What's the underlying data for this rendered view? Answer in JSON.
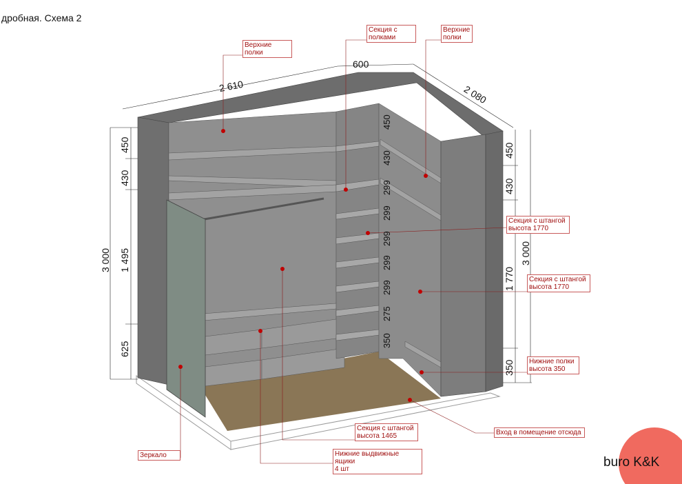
{
  "title": "дробная. Схема 2",
  "dimensions": {
    "top_width": "2 610",
    "top_depth": "600",
    "right_width": "2 080",
    "left_height_total": "3 000",
    "left_top": "450",
    "left_upper": "430",
    "left_middle": "1 495",
    "left_bottom": "625",
    "right_height_total": "3 000",
    "right_top": "450",
    "right_upper": "430",
    "right_middle": "1 770",
    "right_bottom": "350",
    "center_stack": [
      "450",
      "430",
      "299",
      "299",
      "299",
      "299",
      "299",
      "275",
      "350"
    ]
  },
  "callouts": {
    "upper_shelves_left": "Верхние\nполки",
    "section_shelves": "Секция с\nполками",
    "upper_shelves_right": "Верхние\nполки",
    "rod_section_1770_a": "Секция с штангой\nвысота 1770",
    "rod_section_1770_b": "Секция с штангой\nвысота 1770",
    "lower_shelves": "Нижние полки\nвысота 350",
    "entrance": "Вход в помещение отсюда",
    "rod_section_1465": "Секция с штангой\nвысота 1465",
    "drawers": "Нижние выдвижные ящики\n4 шт",
    "mirror": "Зеркало"
  },
  "logo": "buro K&K",
  "colors": {
    "panel": "#7d7d7d",
    "panel_dark": "#6a6a6a",
    "interior": "#8e8e8e",
    "shelf": "#a3a3a3",
    "floor": "#8a7656",
    "mirror": "#7f8c84",
    "callout_red": "#c00000",
    "logo_circle": "#f06a5f"
  }
}
